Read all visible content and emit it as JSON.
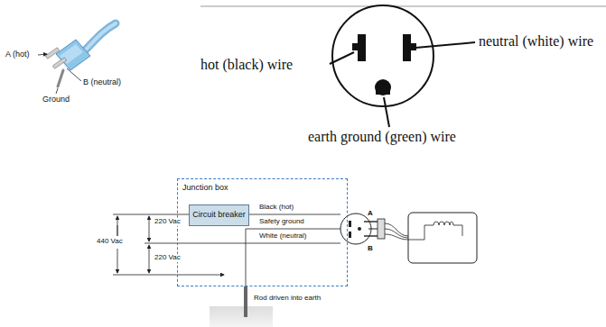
{
  "diagram": {
    "nodes": [
      {
        "text": [
          "Junction box"
        ]
      },
      {
        "text": [
          "Circuit breaker"
        ],
        "in": 0
      }
    ],
    "labels": [
      "A (hot)",
      "B (neutral)",
      "Ground",
      "hot (black) wire",
      "neutral (white) wire",
      "earth ground (green) wire",
      "Black (hot)",
      "Safety ground",
      "White (neutral)",
      "220 Vac",
      "220 Vac",
      "440 Vac",
      "A",
      "B",
      "Rod driven into earth"
    ]
  }
}
